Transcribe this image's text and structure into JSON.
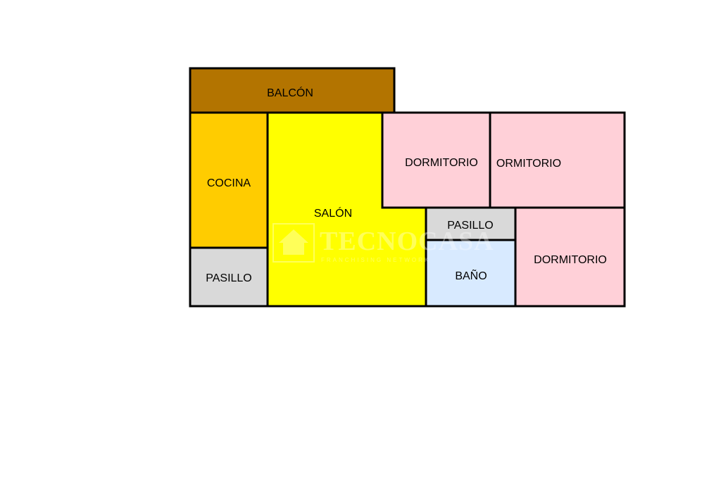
{
  "rooms": {
    "balcon": {
      "label": "BALCÓN",
      "color": "#b37400"
    },
    "cocina": {
      "label": "COCINA",
      "color": "#ffcc00"
    },
    "salon": {
      "label": "SALÓN",
      "color": "#ffff00"
    },
    "dormitorio_1": {
      "label": "DORMITORIO",
      "color": "#ffd0d8"
    },
    "dormitorio_2": {
      "label": "ORMITORIO",
      "color": "#ffd0d8"
    },
    "pasillo_1": {
      "label": "PASILLO",
      "color": "#d9d9d9"
    },
    "pasillo_2": {
      "label": "PASILLO",
      "color": "#d9d9d9"
    },
    "bano": {
      "label": "BAÑO",
      "color": "#d8eaff"
    },
    "dormitorio_3": {
      "label": "DORMITORIO",
      "color": "#ffd0d8"
    }
  },
  "watermark": {
    "brand": "TECNOCASA",
    "tagline": "FRANCHISING NETWORK",
    "icon": "house-icon"
  }
}
